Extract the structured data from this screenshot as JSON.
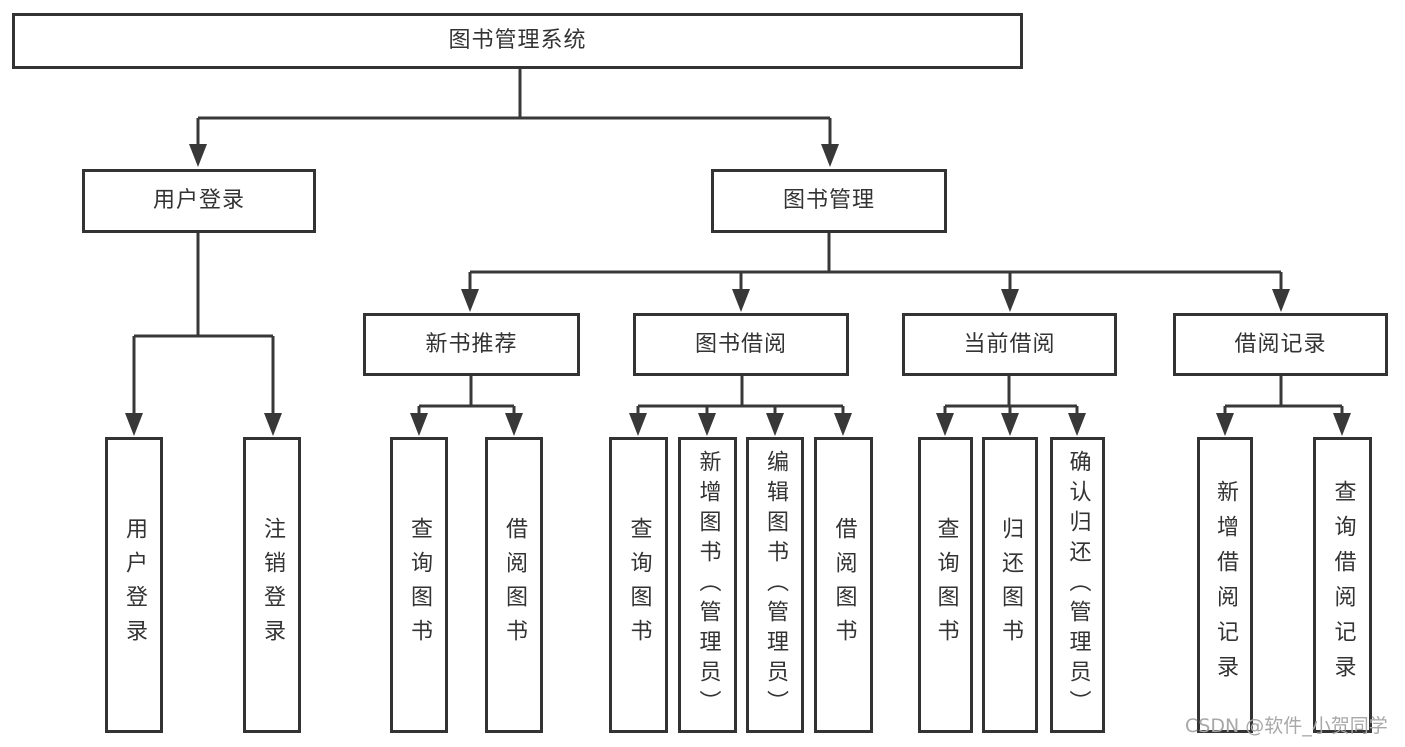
{
  "diagram": {
    "type": "hierarchy-tree",
    "title": "图书管理系统",
    "watermark": "CSDN @软件_小贺同学",
    "colors": {
      "background": "#ffffff",
      "line": "#383838",
      "box_border": "#333333",
      "text": "#333333",
      "watermark": "#a8a8a8"
    }
  },
  "nodes": {
    "root": {
      "label": "图书管理系统"
    },
    "login": {
      "label": "用户登录"
    },
    "mgmt": {
      "label": "图书管理"
    },
    "login_user": {
      "label": "用户登录"
    },
    "login_out": {
      "label": "注销登录"
    },
    "newbook": {
      "label": "新书推荐"
    },
    "borrow": {
      "label": "图书借阅"
    },
    "current": {
      "label": "当前借阅"
    },
    "records": {
      "label": "借阅记录"
    },
    "nb_query": {
      "label": "查询图书"
    },
    "nb_borrow": {
      "label": "借阅图书"
    },
    "b_query": {
      "label": "查询图书"
    },
    "b_add": {
      "label": "新增图书（管理员）"
    },
    "b_edit": {
      "label": "编辑图书（管理员）"
    },
    "b_borrow": {
      "label": "借阅图书"
    },
    "c_query": {
      "label": "查询图书"
    },
    "c_return": {
      "label": "归还图书"
    },
    "c_confirm": {
      "label": "确认归还（管理员）"
    },
    "r_add": {
      "label": "新增借阅记录"
    },
    "r_query": {
      "label": "查询借阅记录"
    }
  },
  "hierarchy": {
    "root": "图书管理系统",
    "children": [
      {
        "label": "用户登录",
        "children": [
          "用户登录",
          "注销登录"
        ]
      },
      {
        "label": "图书管理",
        "children": [
          {
            "label": "新书推荐",
            "children": [
              "查询图书",
              "借阅图书"
            ]
          },
          {
            "label": "图书借阅",
            "children": [
              "查询图书",
              "新增图书（管理员）",
              "编辑图书（管理员）",
              "借阅图书"
            ]
          },
          {
            "label": "当前借阅",
            "children": [
              "查询图书",
              "归还图书",
              "确认归还（管理员）"
            ]
          },
          {
            "label": "借阅记录",
            "children": [
              "新增借阅记录",
              "查询借阅记录"
            ]
          }
        ]
      }
    ]
  }
}
